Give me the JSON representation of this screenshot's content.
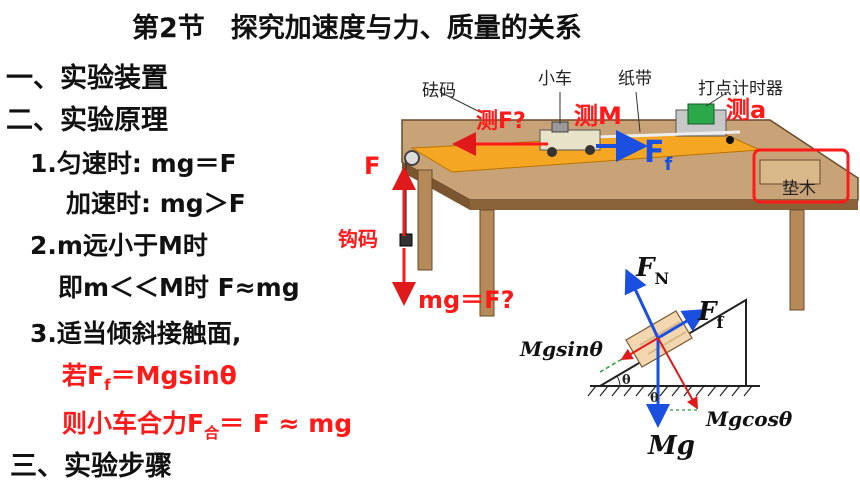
{
  "title": {
    "section": "第2节",
    "topic": "探究加速度与力、质量的关系"
  },
  "headings": {
    "one": "一、实验装置",
    "two": "二、实验原理",
    "three": "三、实验步骤"
  },
  "principle": {
    "p1a": "1.匀速时: mg＝F",
    "p1b": "加速时: mg＞F",
    "p2a": "2.m远小于M时",
    "p2b": "即m＜＜M时 F≈mg",
    "p3": "3.适当倾斜接触面,",
    "p4_pre": "若F",
    "p4_sub": "f",
    "p4_post": "＝Mgsinθ",
    "p5_pre": "则小车合力F",
    "p5_sub": "合",
    "p5_post": "＝ F ≈ mg"
  },
  "apparatus": {
    "weight_label": "砝码",
    "cart_label": "小车",
    "tape_label": "纸带",
    "timer_label": "打点计时器",
    "pad_label": "垫木",
    "hook_label": "钩码",
    "measure_f": "测F?",
    "measure_m": "测M",
    "measure_a": "测a",
    "force_f": "F",
    "friction_main": "F",
    "friction_sub": "f",
    "mg_eq": "mg＝F?"
  },
  "forces": {
    "normal_main": "F",
    "normal_sub": "N",
    "friction_main": "F",
    "friction_sub": "f",
    "gravity": "Mg",
    "parallel": "Mgsinθ",
    "perpendicular": "Mgcosθ",
    "angle": "θ"
  },
  "colors": {
    "accent_red": "#ff1a1a",
    "arrow_blue": "#1a4fe0",
    "board_orange": "#f5a623"
  }
}
